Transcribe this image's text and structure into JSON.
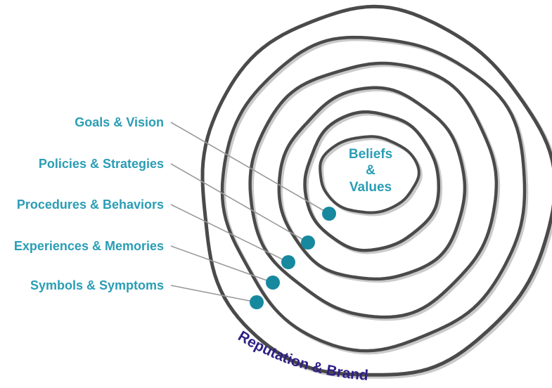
{
  "colors": {
    "label": "#2a9db5",
    "marker": "#17899f",
    "ring": "#4a4a4a",
    "outer_label": "#2e1f86",
    "leader_line": "#9a9a9a"
  },
  "core": {
    "line1": "Beliefs",
    "line2": "&",
    "line3": "Values"
  },
  "layers": [
    {
      "label": "Goals & Vision"
    },
    {
      "label": "Policies & Strategies"
    },
    {
      "label": "Procedures & Behaviors"
    },
    {
      "label": "Experiences & Memories"
    },
    {
      "label": "Symbols & Symptoms"
    }
  ],
  "outer_label": "Reputation & Brand"
}
